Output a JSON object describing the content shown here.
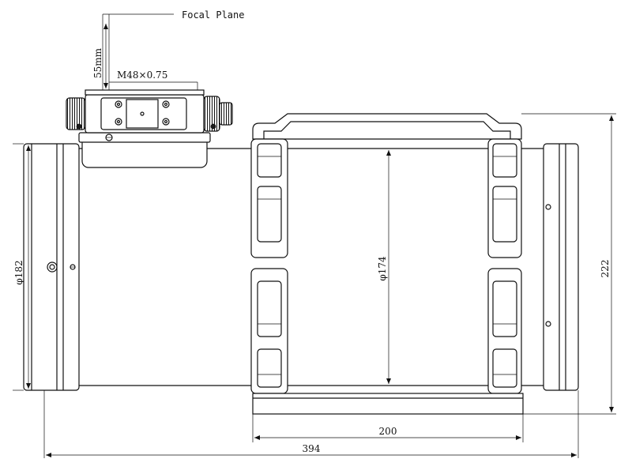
{
  "labels": {
    "focal_plane": "Focal Plane",
    "backfocus": "55mm",
    "thread": "M48×0.75",
    "tube_diameter": "φ182",
    "inner_diameter": "φ174",
    "height": "222",
    "rail_length": "200",
    "total_length": "394"
  },
  "colors": {
    "line": "#111111",
    "background": "#ffffff"
  }
}
